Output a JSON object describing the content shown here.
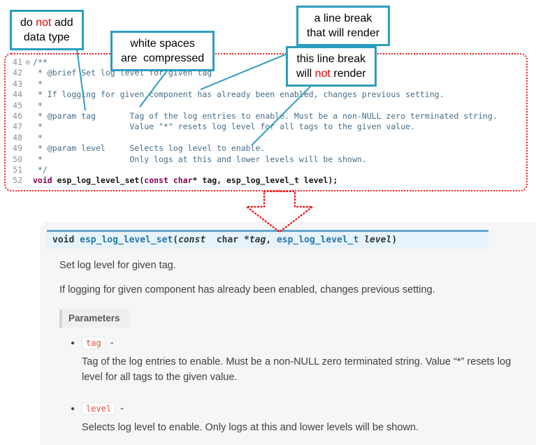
{
  "colors": {
    "callout_border": "#2b9dbe",
    "annotation_red": "#e60000",
    "code_comment": "#456e8a",
    "code_keyword": "#7f0055",
    "line_number_gray": "#8f8f8f",
    "dotted_outline_red": "#ff0000",
    "signature_bg": "#e7f2fa",
    "signature_border": "#65a8cf",
    "signature_name_blue": "#2777a8",
    "param_chip_red": "#e74c3c",
    "doc_panel_bg": "#f6f6f7"
  },
  "callouts": {
    "no_datatype": [
      [
        {
          "t": "do "
        },
        {
          "t": "not",
          "c": "red"
        },
        {
          "t": " add"
        }
      ],
      [
        {
          "t": "data type"
        }
      ]
    ],
    "whitespace": [
      [
        {
          "t": "white spaces"
        }
      ],
      [
        {
          "t": "are  compressed"
        }
      ]
    ],
    "break_render": [
      [
        {
          "t": "a line break"
        }
      ],
      [
        {
          "t": "that will render"
        }
      ]
    ],
    "break_norender": [
      [
        {
          "t": "this line break"
        }
      ],
      [
        {
          "t": "will "
        },
        {
          "t": "not",
          "c": "red"
        },
        {
          "t": " render"
        }
      ]
    ]
  },
  "editor": {
    "lines": [
      {
        "num": "41",
        "fold": "⊖",
        "segments": [
          {
            "t": "/**",
            "c": "comment"
          }
        ]
      },
      {
        "num": "42",
        "segments": [
          {
            "t": " * @brief Set log level for given tag",
            "c": "comment"
          }
        ]
      },
      {
        "num": "43",
        "segments": [
          {
            "t": " *",
            "c": "comment"
          }
        ]
      },
      {
        "num": "44",
        "segments": [
          {
            "t": " * If logging for given component has already been enabled, changes previous setting.",
            "c": "comment"
          }
        ]
      },
      {
        "num": "45",
        "segments": [
          {
            "t": " *",
            "c": "comment"
          }
        ]
      },
      {
        "num": "46",
        "segments": [
          {
            "t": " * @param tag       Tag of the log entries to enable. Must be a non-NULL zero terminated string.",
            "c": "comment"
          }
        ]
      },
      {
        "num": "47",
        "segments": [
          {
            "t": " *                  Value \"*\" resets log level for all tags to the given value.",
            "c": "comment"
          }
        ]
      },
      {
        "num": "48",
        "segments": [
          {
            "t": " *",
            "c": "comment"
          }
        ]
      },
      {
        "num": "49",
        "segments": [
          {
            "t": " * @param level     Selects log level to enable.",
            "c": "comment"
          }
        ]
      },
      {
        "num": "50",
        "segments": [
          {
            "t": " *                  Only logs at this and lower levels will be shown.",
            "c": "comment"
          }
        ]
      },
      {
        "num": "51",
        "segments": [
          {
            "t": " */",
            "c": "comment"
          }
        ]
      },
      {
        "num": "52",
        "segments": [
          {
            "t": "void",
            "c": "kw"
          },
          {
            "t": " ",
            "c": "pl"
          },
          {
            "t": "esp_log_level_set",
            "c": "fn"
          },
          {
            "t": "(",
            "c": "pl"
          },
          {
            "t": "const",
            "c": "kw"
          },
          {
            "t": " ",
            "c": "pl"
          },
          {
            "t": "char",
            "c": "kw"
          },
          {
            "t": "* tag, esp_log_level_t level);",
            "c": "pl"
          }
        ]
      }
    ]
  },
  "doc": {
    "signature": [
      {
        "t": "void ",
        "c": "sig-kw"
      },
      {
        "t": "esp_log_level_set",
        "c": "sig-name"
      },
      {
        "t": "(",
        "c": "sig-pl"
      },
      {
        "t": "const",
        "c": "sig-kwi"
      },
      {
        "t": "  char *",
        "c": "sig-pl"
      },
      {
        "t": "tag",
        "c": "sig-parami"
      },
      {
        "t": ", ",
        "c": "sig-pl"
      },
      {
        "t": "esp_log_level_t ",
        "c": "sig-type"
      },
      {
        "t": "level",
        "c": "sig-parami"
      },
      {
        "t": ")",
        "c": "sig-pl"
      }
    ],
    "p1": "Set log level for given tag.",
    "p2": "If logging for given component has already been enabled, changes previous setting.",
    "parameters_label": "Parameters",
    "params": [
      {
        "name": "tag",
        "sep": "-",
        "desc": "Tag of the log entries to enable. Must be a non-NULL zero terminated string. Value “*” resets log level for all tags to the given value."
      },
      {
        "name": "level",
        "sep": "-",
        "desc": "Selects log level to enable. Only logs at this and lower levels will be shown."
      }
    ]
  }
}
